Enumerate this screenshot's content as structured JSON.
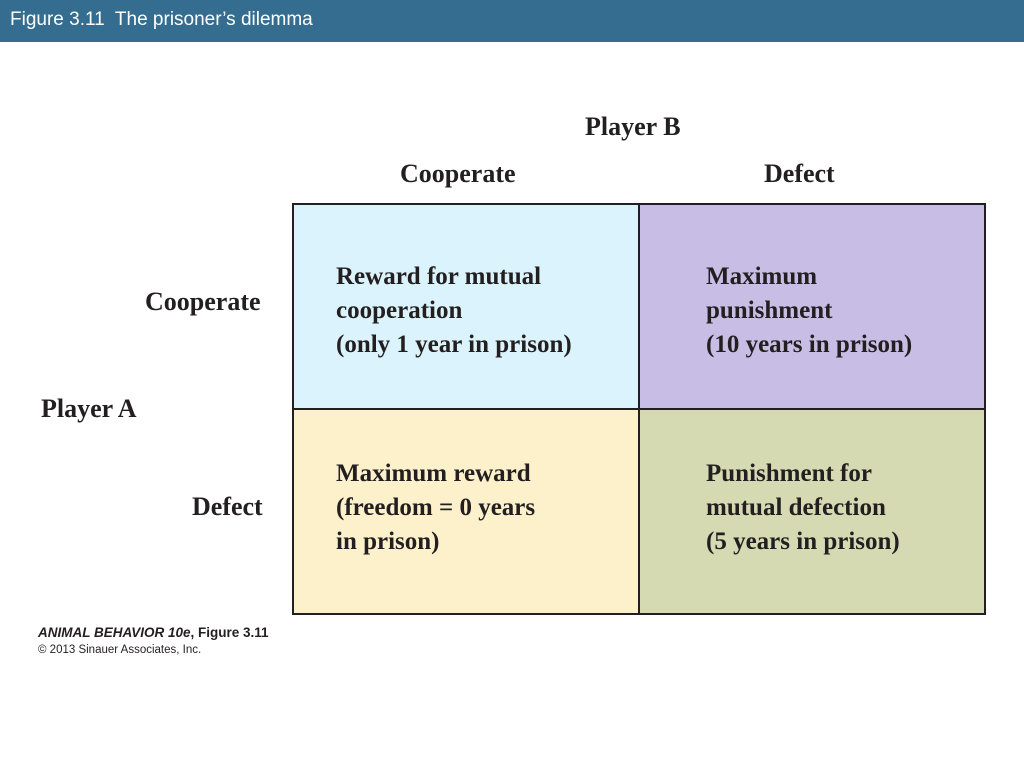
{
  "header": {
    "title": "Figure 3.11  The prisoner’s dilemma"
  },
  "diagram": {
    "player_b": "Player B",
    "player_a": "Player A",
    "col_labels": [
      "Cooperate",
      "Defect"
    ],
    "row_labels": [
      "Cooperate",
      "Defect"
    ],
    "cells": [
      {
        "lines": [
          "Reward for mutual",
          "cooperation",
          "(only 1 year in prison)"
        ],
        "color": "#dbf3fc"
      },
      {
        "lines": [
          "Maximum",
          "punishment",
          "(10 years in prison)"
        ],
        "color": "#c8bde4"
      },
      {
        "lines": [
          "Maximum reward",
          "(freedom = 0 years",
          "in prison)"
        ],
        "color": "#fdf1cc"
      },
      {
        "lines": [
          "Punishment for",
          "mutual defection",
          "(5 years in prison)"
        ],
        "color": "#d6dab3"
      }
    ]
  },
  "credit": {
    "book": "ANIMAL BEHAVIOR 10e",
    "figure": ", Figure 3.11",
    "copyright": "© 2013 Sinauer Associates, Inc."
  },
  "colors": {
    "title_bar": "#346d8f"
  }
}
